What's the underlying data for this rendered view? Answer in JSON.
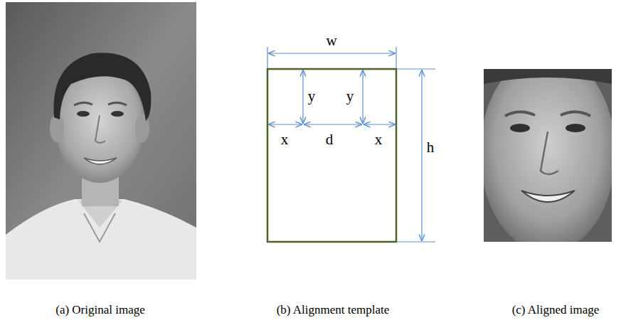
{
  "diagram": {
    "labels": [
      "w",
      "y",
      "y",
      "x",
      "d",
      "x",
      "h",
      "(a)  Original image",
      "(b)  Alignment template",
      "(c)  Aligned image"
    ]
  }
}
